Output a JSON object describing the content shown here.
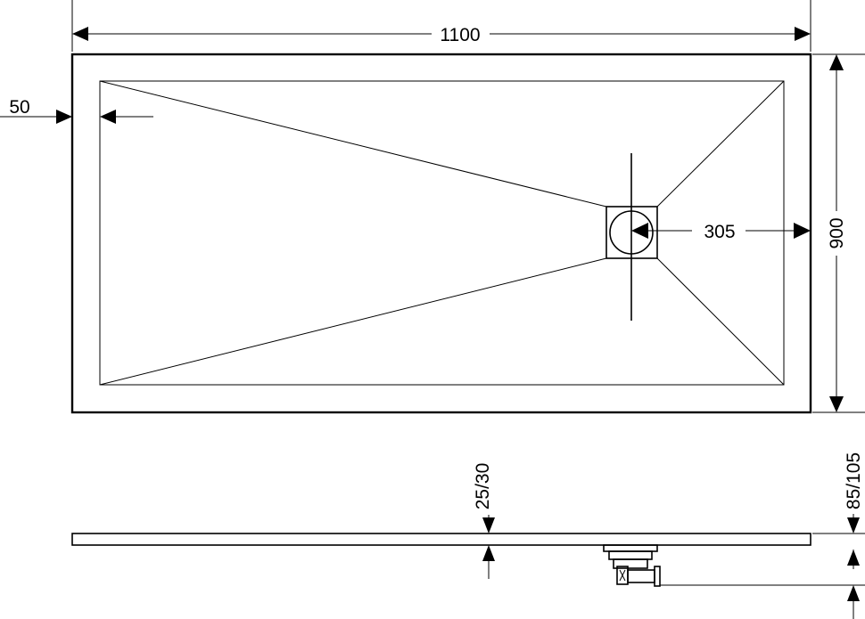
{
  "dimensions": {
    "length": "1100",
    "width": "900",
    "rim": "50",
    "drain_offset": "305",
    "tray_thickness": "25/30",
    "total_height": "85/105"
  }
}
